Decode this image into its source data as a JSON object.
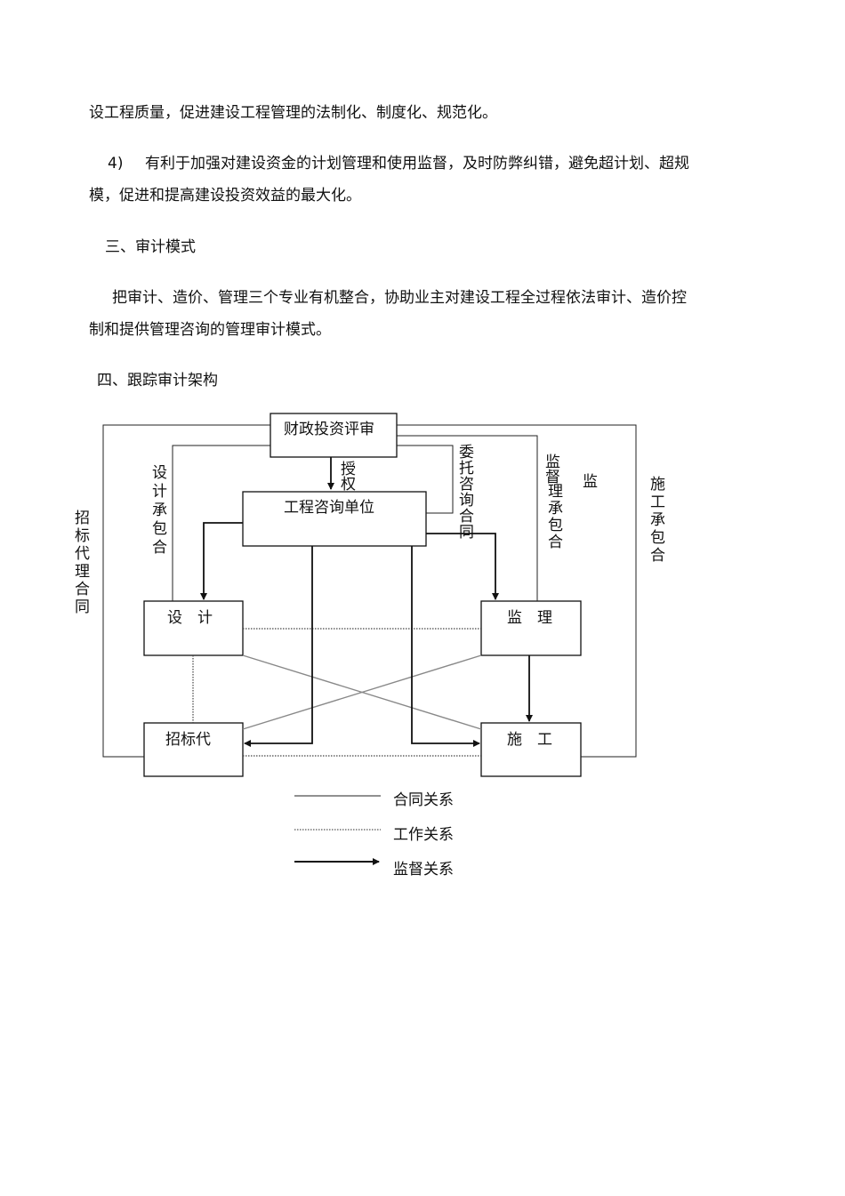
{
  "paragraphs": {
    "p1": "设工程质量，促进建设工程管理的法制化、制度化、规范化。",
    "p2_num": "4)",
    "p2_line1": "有利于加强对建设资金的计划管理和使用监督，及时防弊纠错，避免超计划、超规",
    "p2_line2": "模，促进和提高建设投资效益的最大化。",
    "h3": "三、审计模式",
    "p3_line1": "把审计、造价、管理三个专业有机整合，协助业主对建设工程全过程依法审计、造价控",
    "p3_line2": "制和提供管理咨询的管理审计模式。",
    "h4": "四、跟踪审计架构"
  },
  "diagram": {
    "nodes": {
      "finance": "财政投资评审",
      "consult": "工程咨询单位",
      "design": "设　计",
      "supervise": "监　理",
      "bidding": "招标代",
      "construct": "施　工"
    },
    "edge_labels": {
      "authorize": "授权",
      "entrust": "委托咨询合同",
      "design_contract": "设计承包合",
      "supervision_contract": "理承包合",
      "supervision_top": "监督",
      "supervision_extra": "监",
      "construction_contract": "施工承包合",
      "bidding_contract": "招标代理合同"
    },
    "legend": {
      "contract": "合同关系",
      "work": "工作关系",
      "supervision": "监督关系"
    }
  }
}
